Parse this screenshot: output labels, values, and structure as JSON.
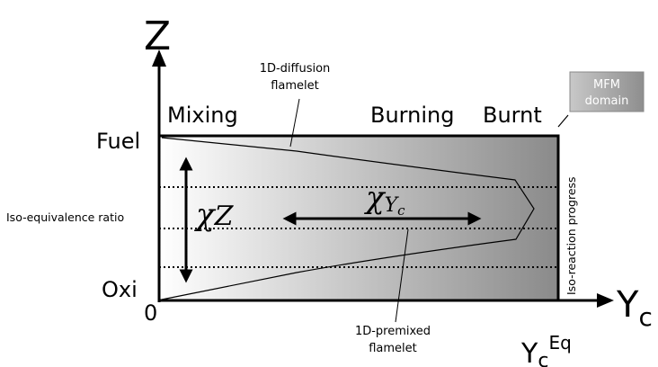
{
  "axes": {
    "z_label": "Z",
    "yc_label": "Y",
    "yc_label_sub": "c",
    "origin_label": "0",
    "fuel_label": "Fuel",
    "oxi_label": "Oxi",
    "yc_eq_base": "Y",
    "yc_eq_sub": "c",
    "yc_eq_sup": "Eq"
  },
  "regions": {
    "mixing": "Mixing",
    "burning": "Burning",
    "burnt": "Burnt"
  },
  "domain_box": {
    "line1": "MFM",
    "line2": "domain"
  },
  "annotations": {
    "diffusion_line1": "1D-diffusion",
    "diffusion_line2": "flamelet",
    "premixed_line1": "1D-premixed",
    "premixed_line2": "flamelet",
    "iso_equivalence": "Iso-equivalence ratio",
    "iso_reaction": "Iso-reaction progress"
  },
  "dissipation": {
    "chi": "χ",
    "z_symbol": "Z",
    "yc_symbol": "Y",
    "yc_sub": "c"
  },
  "colors": {
    "gradient_start": "#ffffff",
    "gradient_end": "#8a8a8a",
    "line": "#000000",
    "domain_box_bg": "#9a9a9a"
  }
}
